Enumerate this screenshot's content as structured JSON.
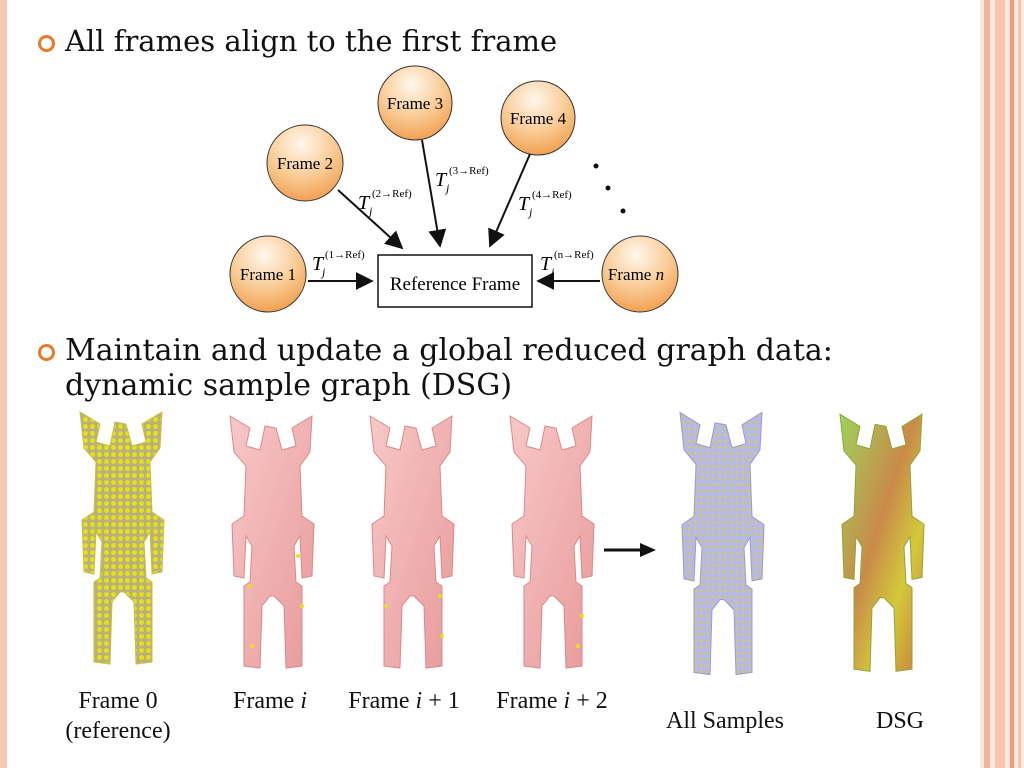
{
  "bullets": [
    {
      "text": "All frames align to the first frame"
    },
    {
      "line1": "Maintain and update a global reduced graph data:",
      "line2": "dynamic sample graph (DSG)"
    }
  ],
  "diagram": {
    "reference_label": "Reference Frame",
    "frames": [
      {
        "label": "Frame 1",
        "transform_base": "T",
        "sub": "j",
        "sup": "(1→Ref)"
      },
      {
        "label": "Frame 2",
        "transform_base": "T",
        "sub": "j",
        "sup": "(2→Ref)"
      },
      {
        "label": "Frame 3",
        "transform_base": "T",
        "sub": "j",
        "sup": "(3→Ref)"
      },
      {
        "label": "Frame 4",
        "transform_base": "T",
        "sub": "j",
        "sup": "(4→Ref)"
      },
      {
        "label_prefix": "Frame ",
        "label_italic": "n",
        "transform_base": "T",
        "sub": "j",
        "sup": "(n→Ref)"
      }
    ],
    "ellipsis": "..."
  },
  "figure": {
    "captions": [
      {
        "line1": "Frame 0",
        "line2": "(reference)"
      },
      {
        "prefix": "Frame ",
        "italic": "i",
        "suffix": ""
      },
      {
        "prefix": "Frame ",
        "italic": "i",
        "suffix": " + 1"
      },
      {
        "prefix": "Frame ",
        "italic": "i",
        "suffix": " + 2"
      },
      {
        "text": "All Samples"
      },
      {
        "text": "DSG"
      }
    ]
  },
  "colors": {
    "bullet_ring": "#e87a2c",
    "node_fill_light": "#fff6ea",
    "node_fill_dark": "#f2a252",
    "mesh_pink": "#f2b0b0",
    "points_yellow": "#e6e21a",
    "samples_lavender": "#b8b8e4",
    "border_peach": "#f6c9b6"
  }
}
